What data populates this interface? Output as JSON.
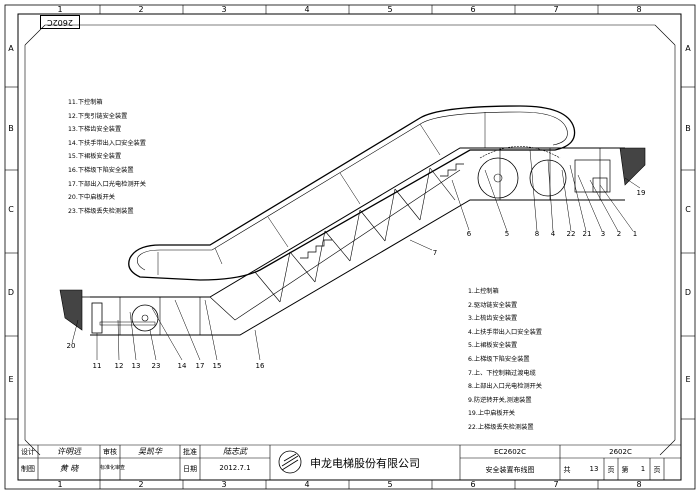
{
  "frame": {
    "columns": [
      "1",
      "2",
      "3",
      "4",
      "5",
      "6",
      "7",
      "8"
    ],
    "rows": [
      "A",
      "B",
      "C",
      "D",
      "E"
    ],
    "drawing_code_stamp": "2602C"
  },
  "legend_lower": [
    "11.下控制箱",
    "12.下曳引链安全装置",
    "13.下梯齿安全装置",
    "14.下扶手带出入口安全装置",
    "15.下裙板安全装置",
    "16.下梯级下陷安全装置",
    "17.下部出入口光电检测开关",
    "20.下中启板开关",
    "23.下梯级丢失检测装置"
  ],
  "legend_upper": [
    "1.上控制箱",
    "2.驱动链安全装置",
    "3.上梳齿安全装置",
    "4.上扶手带出入口安全装置",
    "5.上裙板安全装置",
    "6.上梯级下陷安全装置",
    "7.上、下控制箱过渡电缆",
    "8.上部出入口光电检测开关",
    "9.防逆转开关,测速装置",
    "19.上中启板开关",
    "22.上梯级丢失检测装置"
  ],
  "callouts_upper": [
    "6",
    "5",
    "8",
    "4",
    "22",
    "21",
    "3",
    "2",
    "1",
    "19",
    "7"
  ],
  "callouts_lower": [
    "20",
    "11",
    "12",
    "13",
    "23",
    "14",
    "17",
    "15",
    "16"
  ],
  "title_block": {
    "role_design": "设计",
    "designer": "许明远",
    "role_review": "审核",
    "reviewer": "吴凯华",
    "role_approve": "批准",
    "approver": "陆志武",
    "role_draw": "制图",
    "drafter": "黄 晓",
    "role_std": "标准化审查",
    "role_date": "日期",
    "date": "2012.7.1",
    "company": "申龙电梯股份有限公司",
    "drawing_no": "EC2602C",
    "drawing_title": "安全装置布线图",
    "code": "2602C",
    "total_label": "共",
    "total_sheets": "13",
    "page_label": "页",
    "sheet_label": "第",
    "sheet_no": "1"
  }
}
